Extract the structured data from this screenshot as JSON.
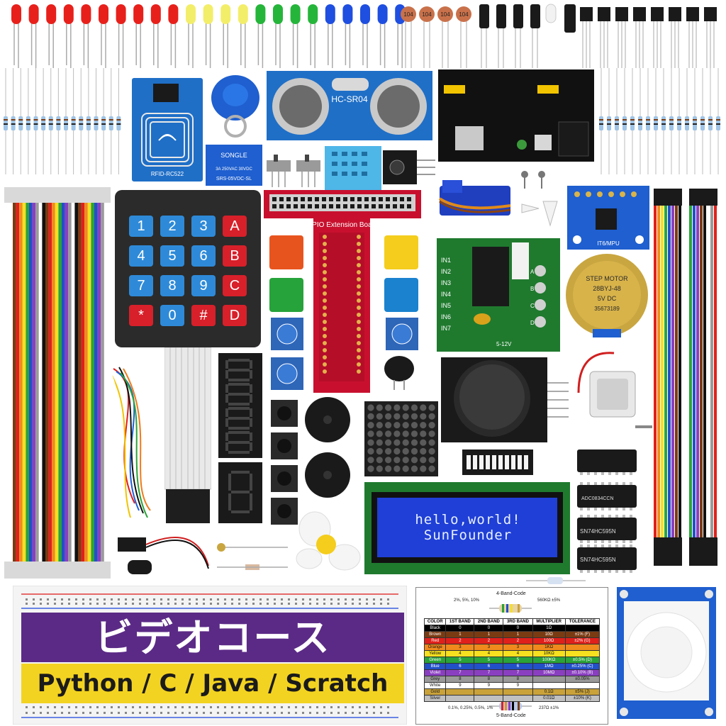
{
  "banner": {
    "title": "ビデオコース",
    "languages": "Python / C / Java / Scratch"
  },
  "lcd": {
    "line1": "hello,world!",
    "line2": "SunFounder"
  },
  "component_labels": {
    "rfid": "RFID-RC522",
    "ultrasonic": "HC-SR04",
    "relay_brand": "SONGLE",
    "relay_rating": "3A 250VAC 30VDC",
    "relay_model": "SRS-05VDC-SL",
    "gpio_board": "GPIO Extension Board",
    "mpu": "IT6/MPU",
    "stepper_title": "STEP MOTOR",
    "stepper_model": "28BYJ-48",
    "stepper_voltage": "5V DC",
    "stepper_code": "35673189",
    "ic_595_a": "SN74HC595N",
    "ic_595_b": "SN74HC595N",
    "ic_adc": "ADC0834CCN",
    "capacitor_code": "104",
    "driver_inputs": [
      "IN1",
      "IN2",
      "IN3",
      "IN4",
      "IN5",
      "IN6",
      "IN7"
    ],
    "driver_outputs": [
      "A",
      "B",
      "C",
      "D"
    ],
    "driver_voltage": "5-12V"
  },
  "keypad": {
    "keys": [
      "1",
      "2",
      "3",
      "A",
      "4",
      "5",
      "6",
      "B",
      "7",
      "8",
      "9",
      "C",
      "*",
      "0",
      "#",
      "D"
    ]
  },
  "color_code": {
    "top_heading": "4-Band-Code",
    "top_tolerance_note": "2%, 5%, 10%",
    "top_example": "560KΩ ±5%",
    "bottom_heading": "5-Band-Code",
    "bottom_tolerance_note": "0.1%, 0.25%, 0.5%, 1%",
    "bottom_example": "237Ω ±1%",
    "headers": [
      "COLOR",
      "1ST BAND",
      "2ND BAND",
      "3RD BAND",
      "MULTIPLIER",
      "TOLERANCE"
    ],
    "rows": [
      {
        "color": "Black",
        "swatch": "#000000",
        "b1": "0",
        "b2": "0",
        "b3": "0",
        "mult": "1Ω",
        "tol": ""
      },
      {
        "color": "Brown",
        "swatch": "#7a3b12",
        "b1": "1",
        "b2": "1",
        "b3": "1",
        "mult": "10Ω",
        "tol": "±1%   (F)"
      },
      {
        "color": "Red",
        "swatch": "#e0201b",
        "b1": "2",
        "b2": "2",
        "b3": "2",
        "mult": "100Ω",
        "tol": "±2%   (G)"
      },
      {
        "color": "Orange",
        "swatch": "#f08a1c",
        "b1": "3",
        "b2": "3",
        "b3": "3",
        "mult": "1KΩ",
        "tol": ""
      },
      {
        "color": "Yellow",
        "swatch": "#f6e020",
        "b1": "4",
        "b2": "4",
        "b3": "4",
        "mult": "10KΩ",
        "tol": ""
      },
      {
        "color": "Green",
        "swatch": "#2aa33a",
        "b1": "5",
        "b2": "5",
        "b3": "5",
        "mult": "100KΩ",
        "tol": "±0.5% (D)"
      },
      {
        "color": "Blue",
        "swatch": "#2250c8",
        "b1": "6",
        "b2": "6",
        "b3": "6",
        "mult": "1MΩ",
        "tol": "±0.25% (C)"
      },
      {
        "color": "Violet",
        "swatch": "#8a3fc0",
        "b1": "7",
        "b2": "7",
        "b3": "7",
        "mult": "10MΩ",
        "tol": "±0.10% (B)"
      },
      {
        "color": "Grey",
        "swatch": "#9a9a9a",
        "b1": "8",
        "b2": "8",
        "b3": "8",
        "mult": "",
        "tol": "±0.05%"
      },
      {
        "color": "White",
        "swatch": "#ffffff",
        "b1": "9",
        "b2": "9",
        "b3": "9",
        "mult": "",
        "tol": ""
      },
      {
        "color": "Gold",
        "swatch": "#c9a23a",
        "b1": "",
        "b2": "",
        "b3": "",
        "mult": "0.1Ω",
        "tol": "±5%   (J)"
      },
      {
        "color": "Silver",
        "swatch": "#c0c0c0",
        "b1": "",
        "b2": "",
        "b3": "",
        "mult": "0.01Ω",
        "tol": "±10%  (K)"
      }
    ]
  },
  "colors": {
    "banner_purple": "#5b2a86",
    "banner_yellow": "#f3d321",
    "lcd_blue": "#1f3fd6",
    "pcb_green": "#1f7a2e",
    "gpio_red": "#c8102e"
  }
}
